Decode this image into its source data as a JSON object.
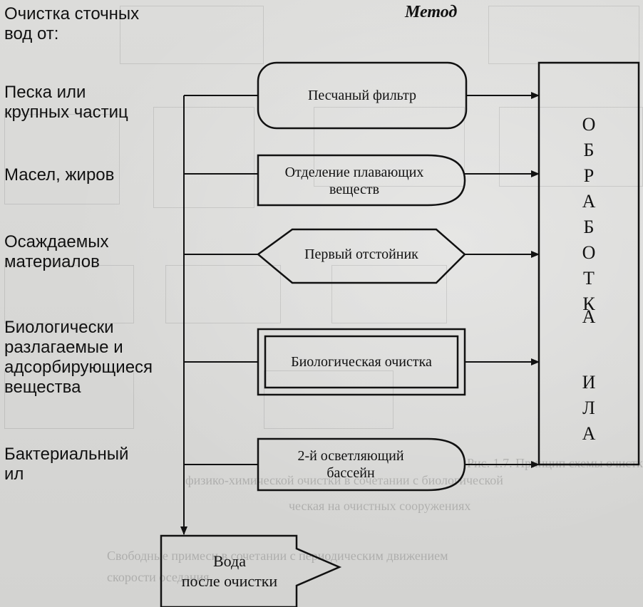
{
  "header": {
    "left_title": "Очистка сточных\nвод от:",
    "method_title": "Метод"
  },
  "pollutants": [
    {
      "label": "Песка или\nкрупных частиц"
    },
    {
      "label": "Масел,  жиров"
    },
    {
      "label": "Осаждаемых\nматериалов"
    },
    {
      "label": "Биологически\nразлагаемые и\nадсорбирующиеся\nвещества"
    },
    {
      "label": "Бактериальный\nил"
    }
  ],
  "methods": [
    {
      "label": "Песчаный  фильтр"
    },
    {
      "label": "Отделение  плавающих\nвеществ"
    },
    {
      "label": "Первый  отстойник"
    },
    {
      "label": "Биологическая  очистка"
    },
    {
      "label": "2-й  осветляющий\nбассейн"
    }
  ],
  "sludge_box": {
    "letters": [
      "О",
      "Б",
      "Р",
      "А",
      "Б",
      "О",
      "Т",
      "К",
      "А",
      "И",
      "Л",
      "А"
    ]
  },
  "output": {
    "label": "Вода\nпосле очистки"
  },
  "colors": {
    "ink": "#111111",
    "paper": "#d9d9d7"
  }
}
